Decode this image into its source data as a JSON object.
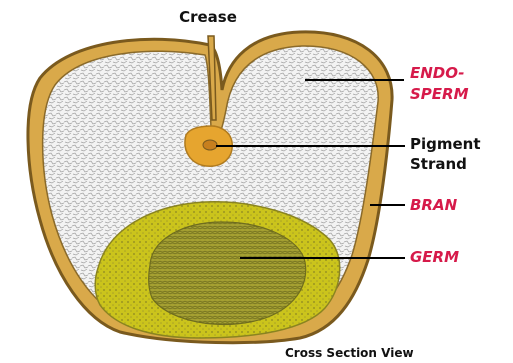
{
  "labels": {
    "crease": "Crease",
    "endosperm_line1": "ENDO-",
    "endosperm_line2": "SPERM",
    "pigment_line1": "Pigment",
    "pigment_line2": "Strand",
    "bran": "BRAN",
    "germ": "GERM",
    "caption": "Cross Section View"
  },
  "colors": {
    "bran_outer": "#7a5a1e",
    "bran_fill": "#d9a94a",
    "endosperm_fill": "#f2f2f2",
    "endosperm_texture": "#9a9a9a",
    "germ_fill": "#c9c21a",
    "germ_inner": "#8c8a22",
    "pigment_fill": "#e6a52f",
    "highlight_label": "#d61a4a",
    "dark_label": "#111111",
    "leader_line": "#000000"
  }
}
